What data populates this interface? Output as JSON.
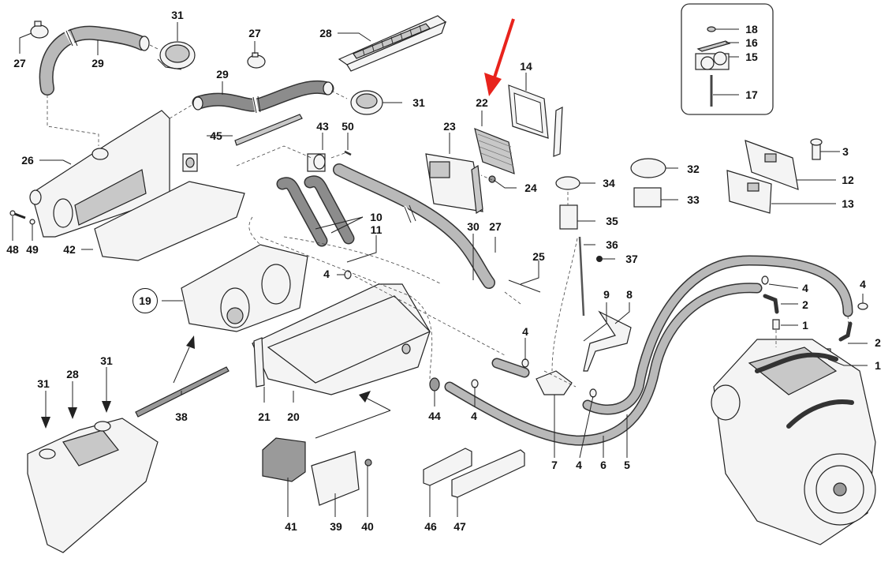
{
  "diagram": {
    "title": "Cab heater / ventilation system exploded parts diagram",
    "highlight": {
      "part": "22",
      "arrow_color": "#e8231c",
      "description": "cabin air filter (pointed by red arrow)"
    },
    "inset_parts": [
      "18",
      "16",
      "15",
      "17"
    ],
    "labels": [
      {
        "id": "lbl-27a",
        "text": "27"
      },
      {
        "id": "lbl-29a",
        "text": "29"
      },
      {
        "id": "lbl-31a",
        "text": "31"
      },
      {
        "id": "lbl-27b",
        "text": "27"
      },
      {
        "id": "lbl-28a",
        "text": "28"
      },
      {
        "id": "lbl-29b",
        "text": "29"
      },
      {
        "id": "lbl-31b",
        "text": "31"
      },
      {
        "id": "lbl-22",
        "text": "22"
      },
      {
        "id": "lbl-14",
        "text": "14"
      },
      {
        "id": "lbl-18",
        "text": "18"
      },
      {
        "id": "lbl-16",
        "text": "16"
      },
      {
        "id": "lbl-15",
        "text": "15"
      },
      {
        "id": "lbl-17",
        "text": "17"
      },
      {
        "id": "lbl-3",
        "text": "3"
      },
      {
        "id": "lbl-12",
        "text": "12"
      },
      {
        "id": "lbl-13",
        "text": "13"
      },
      {
        "id": "lbl-26",
        "text": "26"
      },
      {
        "id": "lbl-45",
        "text": "45"
      },
      {
        "id": "lbl-43",
        "text": "43"
      },
      {
        "id": "lbl-50",
        "text": "50"
      },
      {
        "id": "lbl-23",
        "text": "23"
      },
      {
        "id": "lbl-24",
        "text": "24"
      },
      {
        "id": "lbl-34",
        "text": "34"
      },
      {
        "id": "lbl-32",
        "text": "32"
      },
      {
        "id": "lbl-33",
        "text": "33"
      },
      {
        "id": "lbl-35",
        "text": "35"
      },
      {
        "id": "lbl-36",
        "text": "36"
      },
      {
        "id": "lbl-37",
        "text": "37"
      },
      {
        "id": "lbl-48",
        "text": "48"
      },
      {
        "id": "lbl-49",
        "text": "49"
      },
      {
        "id": "lbl-42",
        "text": "42"
      },
      {
        "id": "lbl-10",
        "text": "10"
      },
      {
        "id": "lbl-11",
        "text": "11"
      },
      {
        "id": "lbl-30",
        "text": "30"
      },
      {
        "id": "lbl-27c",
        "text": "27"
      },
      {
        "id": "lbl-25",
        "text": "25"
      },
      {
        "id": "lbl-4a",
        "text": "4"
      },
      {
        "id": "lbl-19",
        "text": "19"
      },
      {
        "id": "lbl-4b",
        "text": "4"
      },
      {
        "id": "lbl-2a",
        "text": "2"
      },
      {
        "id": "lbl-1a",
        "text": "1"
      },
      {
        "id": "lbl-4c",
        "text": "4"
      },
      {
        "id": "lbl-2b",
        "text": "2"
      },
      {
        "id": "lbl-1b",
        "text": "1"
      },
      {
        "id": "lbl-9",
        "text": "9"
      },
      {
        "id": "lbl-8",
        "text": "8"
      },
      {
        "id": "lbl-4d",
        "text": "4"
      },
      {
        "id": "lbl-31c",
        "text": "31"
      },
      {
        "id": "lbl-28b",
        "text": "28"
      },
      {
        "id": "lbl-31d",
        "text": "31"
      },
      {
        "id": "lbl-38",
        "text": "38"
      },
      {
        "id": "lbl-21",
        "text": "21"
      },
      {
        "id": "lbl-20",
        "text": "20"
      },
      {
        "id": "lbl-44",
        "text": "44"
      },
      {
        "id": "lbl-4e",
        "text": "4"
      },
      {
        "id": "lbl-7",
        "text": "7"
      },
      {
        "id": "lbl-4f",
        "text": "4"
      },
      {
        "id": "lbl-6",
        "text": "6"
      },
      {
        "id": "lbl-5",
        "text": "5"
      },
      {
        "id": "lbl-41",
        "text": "41"
      },
      {
        "id": "lbl-39",
        "text": "39"
      },
      {
        "id": "lbl-40",
        "text": "40"
      },
      {
        "id": "lbl-46",
        "text": "46"
      },
      {
        "id": "lbl-47",
        "text": "47"
      }
    ]
  }
}
